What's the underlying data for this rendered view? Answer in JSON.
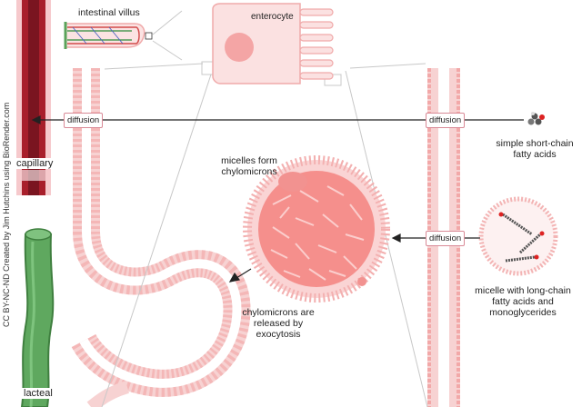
{
  "labels": {
    "intestinal_villus": "intestinal villus",
    "enterocyte": "enterocyte",
    "capillary": "capillary",
    "lacteal": "lacteal",
    "diffusion_top_left": "diffusion",
    "diffusion_top_right": "diffusion",
    "diffusion_middle": "diffusion",
    "short_chain": "simple short-chain fatty acids",
    "micelle": "micelle with long-chain fatty acids and monoglycerides",
    "chylomicrons_form": "micelles form chylomicrons",
    "exocytosis": "chylomicrons are released by exocytosis",
    "credit": "CC BY-NC-ND Created by Jim Hutchins using BioRender.com"
  },
  "colors": {
    "membrane": "#f2b8b8",
    "membrane_dark": "#e79a9a",
    "capillary_dark": "#8a1a22",
    "capillary_mid": "#c8404a",
    "lacteal_green": "#5aa35a",
    "lacteal_dark": "#3d7d3d",
    "chylomicron_fill": "#f49a98",
    "enterocyte_fill": "#fbe1e1"
  }
}
